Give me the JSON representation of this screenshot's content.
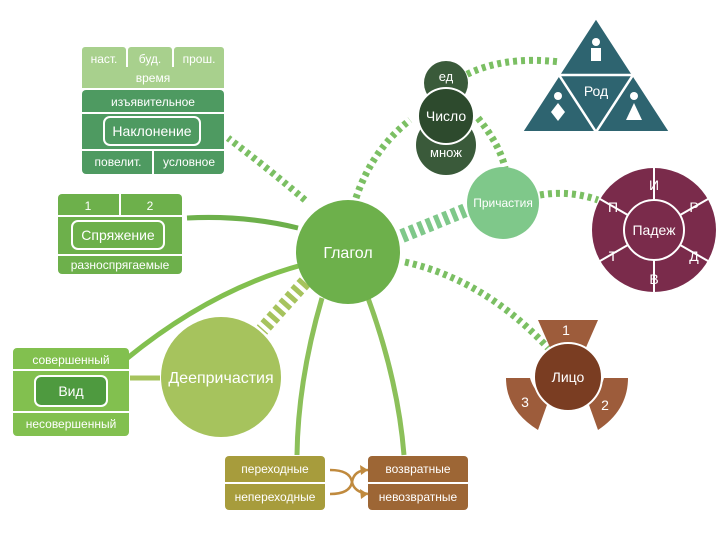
{
  "center": "Глагол",
  "mood": {
    "title": "Наклонение",
    "tense_title": "время",
    "tenses": [
      "наст.",
      "буд.",
      "прош."
    ],
    "indicative": "изъявительное",
    "imperative": "повелит.",
    "conditional": "условное"
  },
  "conjugation": {
    "title": "Спряжение",
    "first": "1",
    "second": "2",
    "heteroclitic": "разноспрягаемые"
  },
  "aspect": {
    "title": "Вид",
    "perfective": "совершенный",
    "imperfective": "несовершенный"
  },
  "gerund": "Деепричастия",
  "participle": "Причастия",
  "number": {
    "title": "Число",
    "singular": "ед",
    "plural": "множ"
  },
  "gender": "Род",
  "case": {
    "title": "Падеж",
    "items": [
      "И",
      "Р",
      "Д",
      "В",
      "Т",
      "П"
    ]
  },
  "person": {
    "title": "Лицо",
    "items": [
      "1",
      "2",
      "3"
    ]
  },
  "transitivity": {
    "transitive": "переходные",
    "intransitive": "непереходные"
  },
  "reflexivity": {
    "reflexive": "возвратные",
    "nonreflexive": "невозвратные"
  },
  "colors": {
    "green_main": "#6db04b",
    "green_light": "#a8d08d",
    "mood_green": "#4e9a61",
    "aspect_green": "#82c04f",
    "gerund_green": "#a6c35d",
    "participle_green": "#7fc88a",
    "number_dark": "#3a5a3a",
    "gender_teal": "#2e6470",
    "case_wine": "#7a2b4b",
    "person_brown": "#9d5c3b",
    "transit_olive": "#a79c3c",
    "reflex_brown": "#9d6635"
  }
}
